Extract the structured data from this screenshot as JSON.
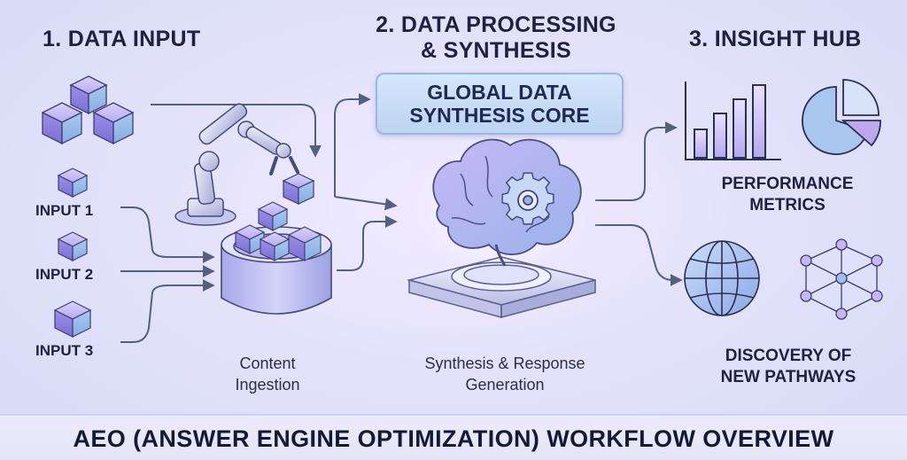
{
  "sections": {
    "input": {
      "heading": "1. DATA INPUT"
    },
    "processing": {
      "heading_line1": "2. DATA PROCESSING",
      "heading_line2": "& SYNTHESIS"
    },
    "insight": {
      "heading": "3. INSIGHT HUB"
    }
  },
  "core_box": {
    "line1": "GLOBAL DATA",
    "line2": "SYNTHESIS CORE"
  },
  "inputs": [
    {
      "label": "INPUT 1"
    },
    {
      "label": "INPUT 2"
    },
    {
      "label": "INPUT 3"
    }
  ],
  "captions": {
    "ingestion_line1": "Content",
    "ingestion_line2": "Ingestion",
    "synthesis_line1": "Synthesis & Response",
    "synthesis_line2": "Generation"
  },
  "insights": {
    "metrics_line1": "PERFORMANCE",
    "metrics_line2": "METRICS",
    "discovery_line1": "DISCOVERY OF",
    "discovery_line2": "NEW PATHWAYS"
  },
  "footer": {
    "title": "AEO (ANSWER ENGINE OPTIMIZATION) WORKFLOW OVERVIEW"
  },
  "icons": {
    "cube_cluster": "cube-cluster-icon",
    "robot_arm": "robotic-arm-icon",
    "ingestion_vessel": "ingestion-vessel-icon",
    "brain": "brain-gear-icon",
    "bar_chart": "bar-chart-icon",
    "pie_chart": "pie-chart-icon",
    "globe": "globe-icon",
    "network": "network-graph-icon"
  },
  "colors": {
    "heading": "#1e2240",
    "arrow": "#55607c",
    "cube_purple": "#a89be8",
    "cube_blue": "#8fb5e6",
    "glow": "#ffffff"
  }
}
